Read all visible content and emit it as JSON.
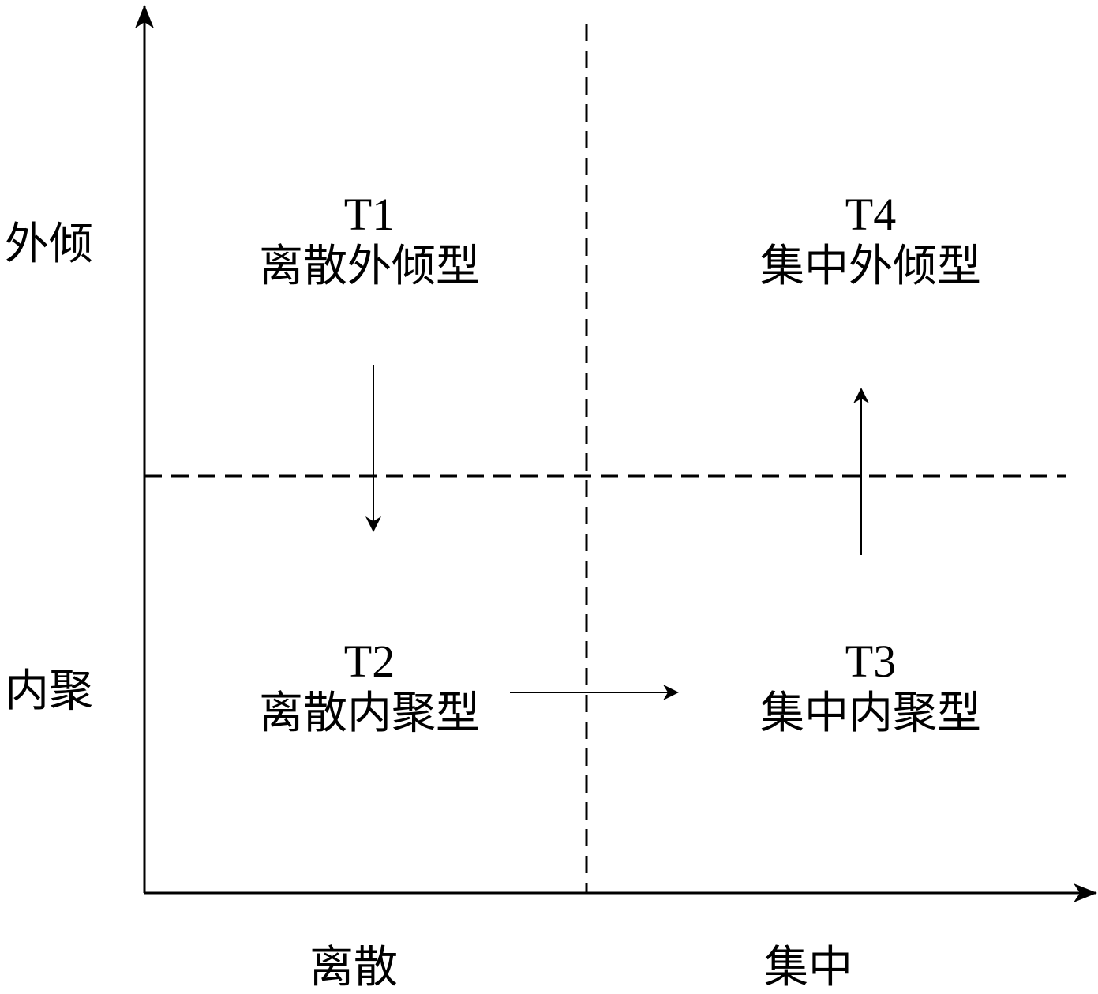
{
  "y_axis": {
    "top_label": "外倾",
    "bottom_label": "内聚"
  },
  "x_axis": {
    "left_label": "离散",
    "right_label": "集中"
  },
  "quadrants": {
    "t1": {
      "code": "T1",
      "name": "离散外倾型"
    },
    "t2": {
      "code": "T2",
      "name": "离散内聚型"
    },
    "t3": {
      "code": "T3",
      "name": "集中内聚型"
    },
    "t4": {
      "code": "T4",
      "name": "集中外倾型"
    }
  },
  "transitions": [
    {
      "from": "T1",
      "to": "T2"
    },
    {
      "from": "T2",
      "to": "T3"
    },
    {
      "from": "T3",
      "to": "T4"
    }
  ]
}
